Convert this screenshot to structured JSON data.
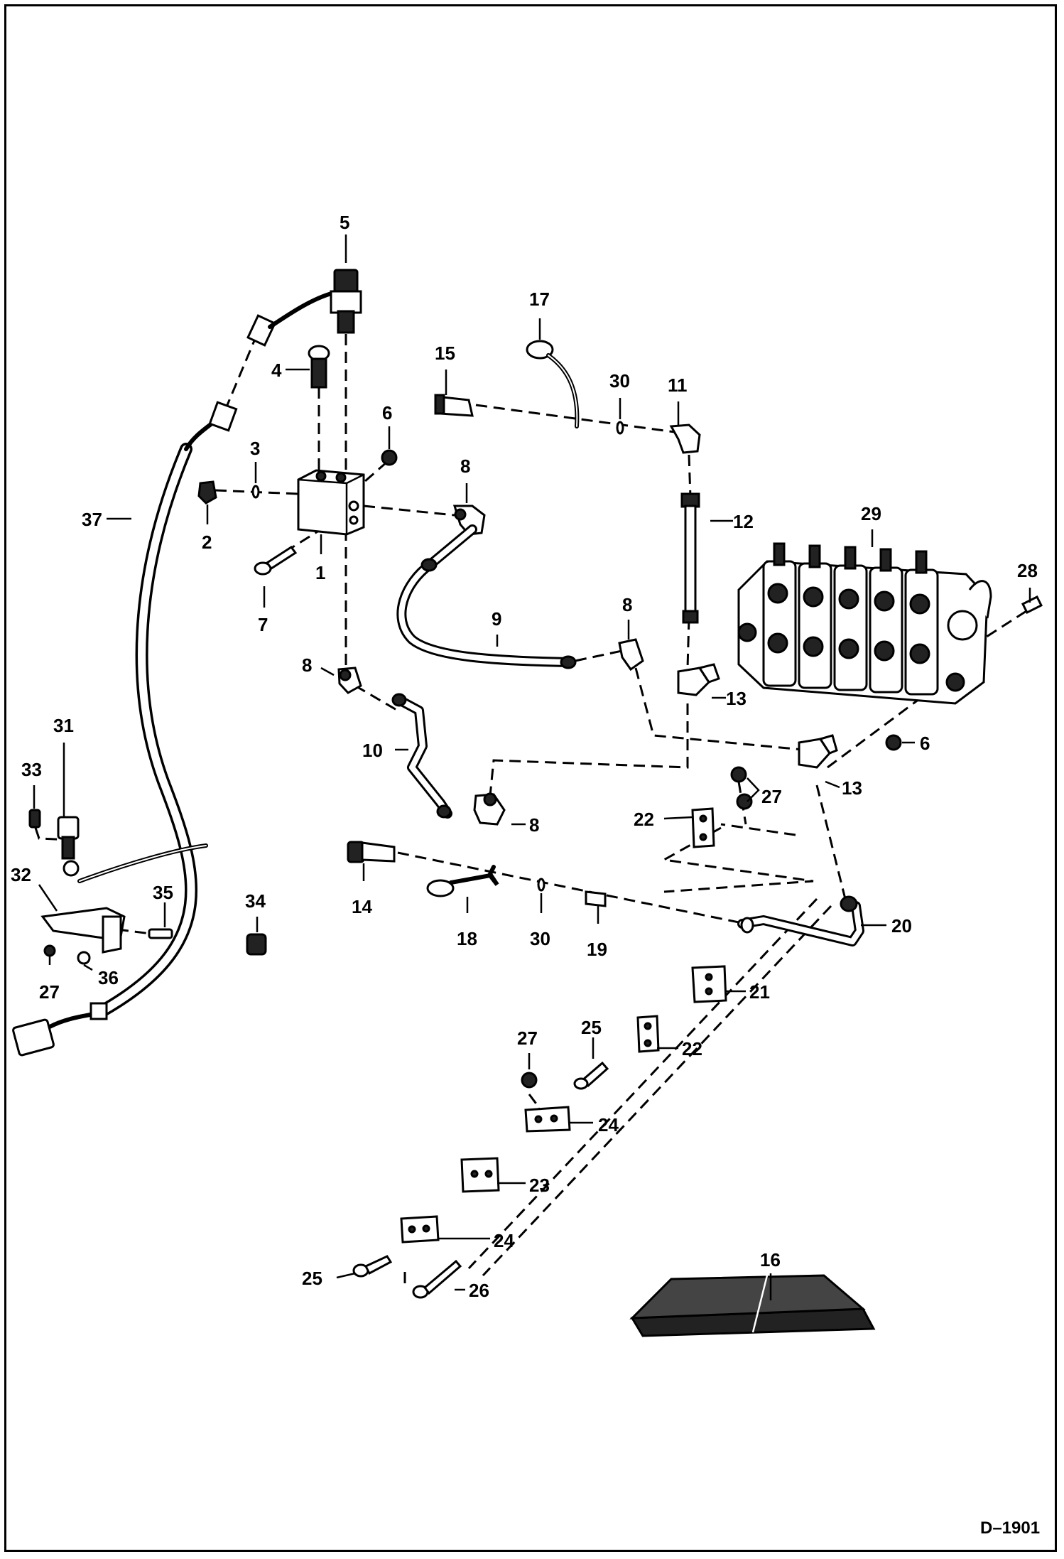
{
  "figure": {
    "code": "D–1901"
  },
  "callouts": [
    {
      "id": "c5",
      "text": "5"
    },
    {
      "id": "c17",
      "text": "17"
    },
    {
      "id": "c15",
      "text": "15"
    },
    {
      "id": "c30a",
      "text": "30"
    },
    {
      "id": "c11",
      "text": "11"
    },
    {
      "id": "c4",
      "text": "4"
    },
    {
      "id": "c6a",
      "text": "6"
    },
    {
      "id": "c3",
      "text": "3"
    },
    {
      "id": "c8a",
      "text": "8"
    },
    {
      "id": "c12",
      "text": "12"
    },
    {
      "id": "c29",
      "text": "29"
    },
    {
      "id": "c37",
      "text": "37"
    },
    {
      "id": "c2",
      "text": "2"
    },
    {
      "id": "c1",
      "text": "1"
    },
    {
      "id": "c28",
      "text": "28"
    },
    {
      "id": "c7",
      "text": "7"
    },
    {
      "id": "c9",
      "text": "9"
    },
    {
      "id": "c8b",
      "text": "8"
    },
    {
      "id": "c8c",
      "text": "8"
    },
    {
      "id": "c13a",
      "text": "13"
    },
    {
      "id": "c31",
      "text": "31"
    },
    {
      "id": "c10",
      "text": "10"
    },
    {
      "id": "c6b",
      "text": "6"
    },
    {
      "id": "c33",
      "text": "33"
    },
    {
      "id": "c27a",
      "text": "27"
    },
    {
      "id": "c13b",
      "text": "13"
    },
    {
      "id": "c22a",
      "text": "22"
    },
    {
      "id": "c8d",
      "text": "8"
    },
    {
      "id": "c32",
      "text": "32"
    },
    {
      "id": "c14",
      "text": "14"
    },
    {
      "id": "c35",
      "text": "35"
    },
    {
      "id": "c34",
      "text": "34"
    },
    {
      "id": "c20",
      "text": "20"
    },
    {
      "id": "c18",
      "text": "18"
    },
    {
      "id": "c30b",
      "text": "30"
    },
    {
      "id": "c19",
      "text": "19"
    },
    {
      "id": "c27b",
      "text": "27"
    },
    {
      "id": "c36",
      "text": "36"
    },
    {
      "id": "c21",
      "text": "21"
    },
    {
      "id": "c27c",
      "text": "27"
    },
    {
      "id": "c25a",
      "text": "25"
    },
    {
      "id": "c22b",
      "text": "22"
    },
    {
      "id": "c24a",
      "text": "24"
    },
    {
      "id": "c23",
      "text": "23"
    },
    {
      "id": "c24b",
      "text": "24"
    },
    {
      "id": "c16",
      "text": "16"
    },
    {
      "id": "c25b",
      "text": "25"
    },
    {
      "id": "c26",
      "text": "26"
    }
  ]
}
